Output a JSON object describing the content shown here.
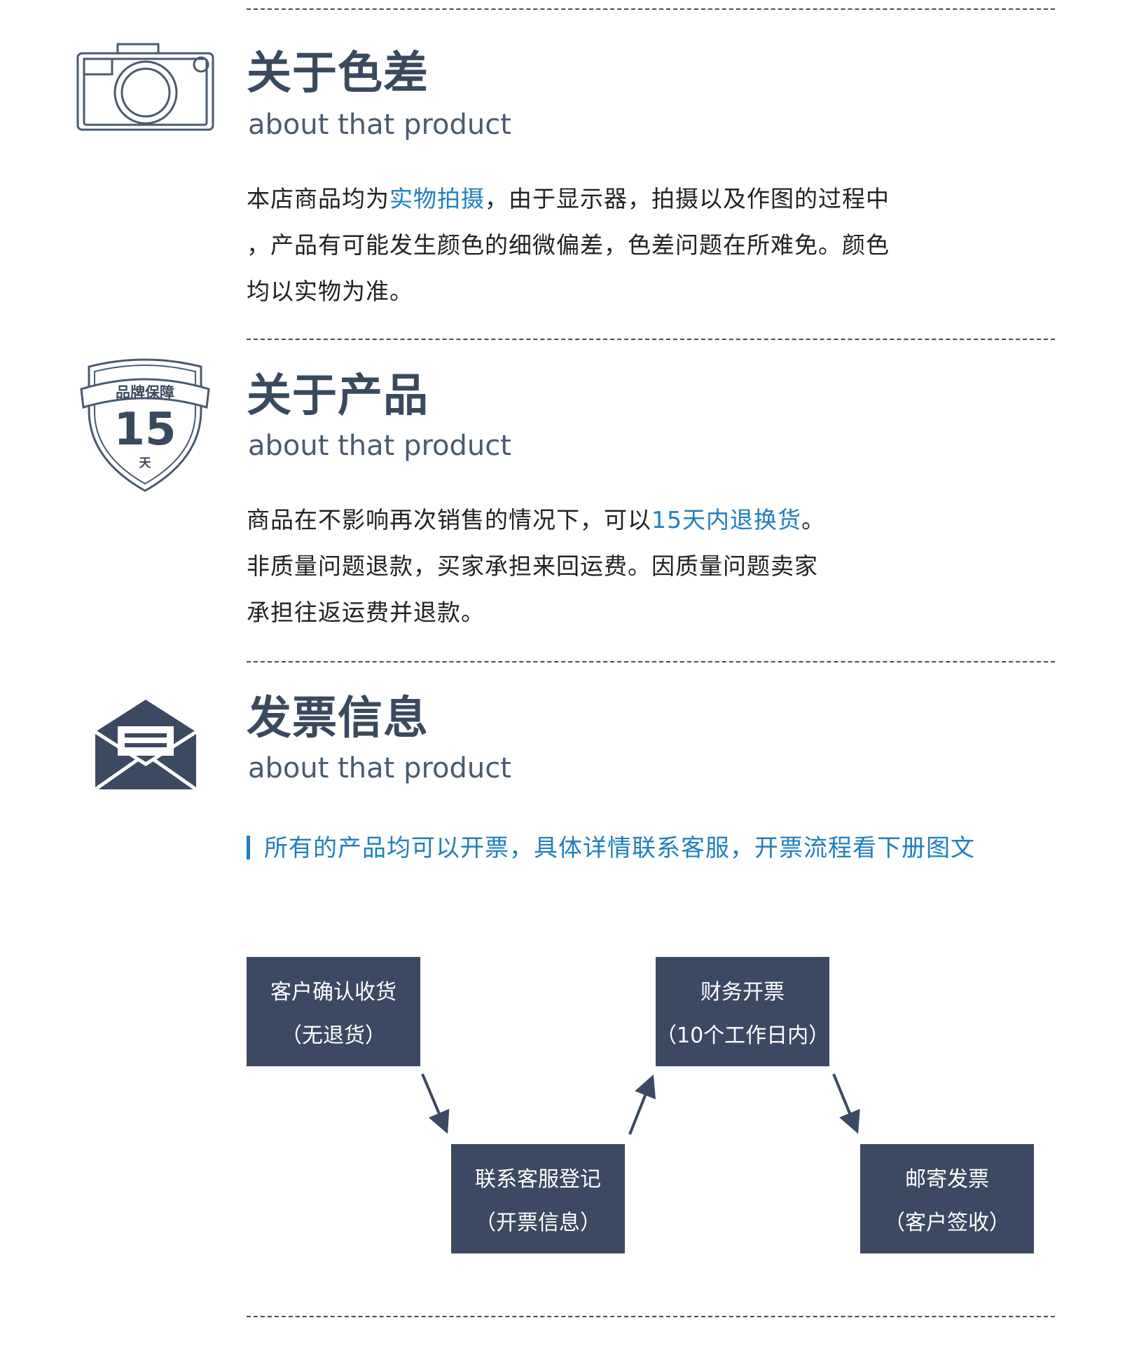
{
  "sections": [
    {
      "title": "关于色差",
      "subtitle": "about that product",
      "lines": [
        {
          "before": "本店商品均为",
          "highlight": "实物拍摄",
          "after": "，由于显示器，拍摄以及作图的过程中"
        },
        {
          "before": "，产品有可能发生颜色的细微偏差，色差问题在所难免。颜色",
          "highlight": "",
          "after": ""
        },
        {
          "before": "均以实物为准。",
          "highlight": "",
          "after": ""
        }
      ]
    },
    {
      "title": "关于产品",
      "subtitle": "about that product",
      "lines": [
        {
          "before": "商品在不影响再次销售的情况下，可以",
          "highlight": "15天内退换货",
          "after": "。"
        },
        {
          "before": "非质量问题退款，买家承担来回运费。因质量问题卖家",
          "highlight": "",
          "after": ""
        },
        {
          "before": "承担往返运费并退款。",
          "highlight": "",
          "after": ""
        }
      ]
    },
    {
      "title": "发票信息",
      "subtitle": "about that product",
      "note": "所有的产品均可以开票，具体详情联系客服，开票流程看下册图文"
    }
  ],
  "badge": {
    "top_text": "品牌保障",
    "number": "15",
    "unit": "天"
  },
  "flow": [
    {
      "line1": "客户确认收货",
      "line2": "（无退货）"
    },
    {
      "line1": "联系客服登记",
      "line2": "（开票信息）"
    },
    {
      "line1": "财务开票",
      "line2": "（10个工作日内）"
    },
    {
      "line1": "邮寄发票",
      "line2": "（客户签收）"
    }
  ],
  "colors": {
    "title": "#3a4a5e",
    "accent_blue": "#1f7fbf",
    "box_fill": "#3b4a62",
    "icon_stroke": "#4a5a70"
  },
  "icons": {
    "section1": "camera-icon",
    "section2": "shield-badge-icon",
    "section3": "envelope-icon"
  }
}
